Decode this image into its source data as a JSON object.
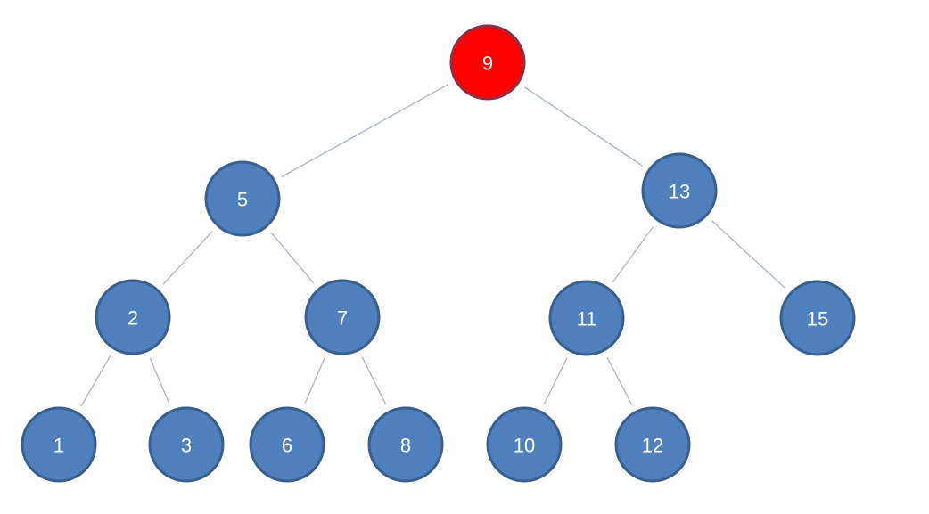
{
  "colors": {
    "node_fill": "#4f7fbd",
    "node_stroke": "#3a5f8d",
    "root_fill": "#ff0000",
    "root_stroke": "#8b2f45",
    "edge": "#a9b6c6",
    "label": "#ffffff"
  },
  "tree": {
    "nodes": [
      {
        "id": "n9",
        "label": "9",
        "highlight": true
      },
      {
        "id": "n5",
        "label": "5",
        "highlight": false
      },
      {
        "id": "n13",
        "label": "13",
        "highlight": false
      },
      {
        "id": "n2",
        "label": "2",
        "highlight": false
      },
      {
        "id": "n7",
        "label": "7",
        "highlight": false
      },
      {
        "id": "n11",
        "label": "11",
        "highlight": false
      },
      {
        "id": "n15",
        "label": "15",
        "highlight": false
      },
      {
        "id": "n1",
        "label": "1",
        "highlight": false
      },
      {
        "id": "n3",
        "label": "3",
        "highlight": false
      },
      {
        "id": "n6",
        "label": "6",
        "highlight": false
      },
      {
        "id": "n8",
        "label": "8",
        "highlight": false
      },
      {
        "id": "n10",
        "label": "10",
        "highlight": false
      },
      {
        "id": "n12",
        "label": "12",
        "highlight": false
      }
    ],
    "edges": [
      {
        "from": "n9",
        "to": "n5"
      },
      {
        "from": "n9",
        "to": "n13"
      },
      {
        "from": "n5",
        "to": "n2"
      },
      {
        "from": "n5",
        "to": "n7"
      },
      {
        "from": "n13",
        "to": "n11"
      },
      {
        "from": "n13",
        "to": "n15"
      },
      {
        "from": "n2",
        "to": "n1"
      },
      {
        "from": "n2",
        "to": "n3"
      },
      {
        "from": "n7",
        "to": "n6"
      },
      {
        "from": "n7",
        "to": "n8"
      },
      {
        "from": "n11",
        "to": "n10"
      },
      {
        "from": "n11",
        "to": "n12"
      }
    ]
  }
}
